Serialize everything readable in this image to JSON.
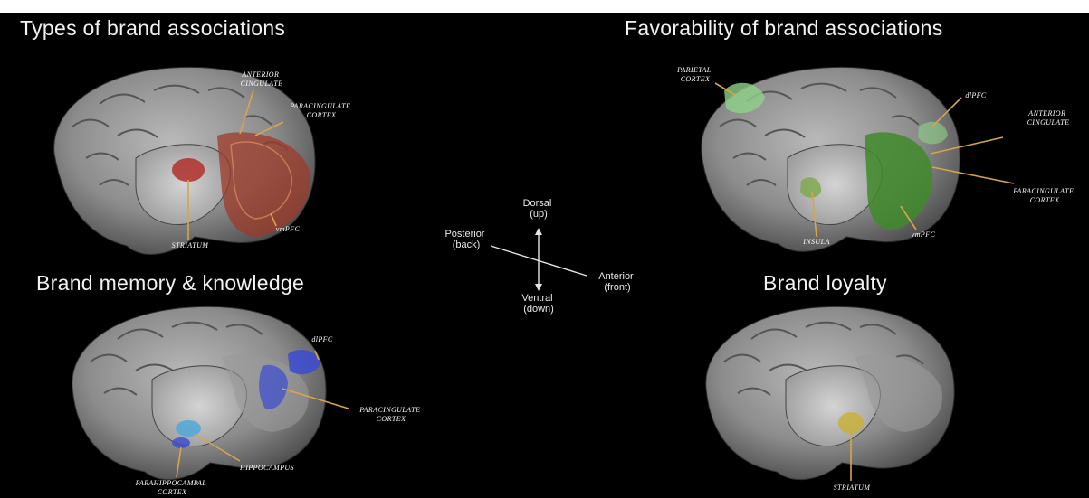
{
  "panels": {
    "types": {
      "title": "Types of brand associations",
      "labels": {
        "anterior_cingulate": [
          "ANTERIOR",
          "CINGULATE"
        ],
        "paracingulate": [
          "PARACINGULATE",
          "CORTEX"
        ],
        "vmpfc": "vmPFC",
        "striatum": "STRIATUM"
      }
    },
    "favorability": {
      "title": "Favorability of brand associations",
      "labels": {
        "parietal": [
          "PARIETAL",
          "CORTEX"
        ],
        "dlpfc": "dlPFC",
        "anterior_cingulate": [
          "ANTERIOR",
          "CINGULATE"
        ],
        "paracingulate": [
          "PARACINGULATE",
          "CORTEX"
        ],
        "insula": "INSULA",
        "vmpfc": "vmPFC"
      }
    },
    "memory": {
      "title": "Brand memory & knowledge",
      "labels": {
        "dlpfc": "dlPFC",
        "paracingulate": [
          "PARACINGULATE",
          "CORTEX"
        ],
        "hippocampus": "HIPPOCAMPUS",
        "parahippocampal": [
          "PARAHIPPOCAMPAL",
          "CORTEX"
        ]
      }
    },
    "loyalty": {
      "title": "Brand loyalty",
      "labels": {
        "striatum": "STRIATUM"
      }
    }
  },
  "orientation": {
    "dorsal": [
      "Dorsal",
      "(up)"
    ],
    "ventral": [
      "Ventral",
      "(down)"
    ],
    "posterior": [
      "Posterior",
      "(back)"
    ],
    "anterior": [
      "Anterior",
      "(front)"
    ]
  },
  "colors": {
    "types_region": "#9c3a28",
    "favorability_region": "#3f8a2a",
    "parietal_region": "#8fd28a",
    "memory_region": "#3b4bd0",
    "hippocampus_region": "#4fa8d8",
    "loyalty_region": "#c8b23a",
    "leader_line": "#d9a44a"
  }
}
